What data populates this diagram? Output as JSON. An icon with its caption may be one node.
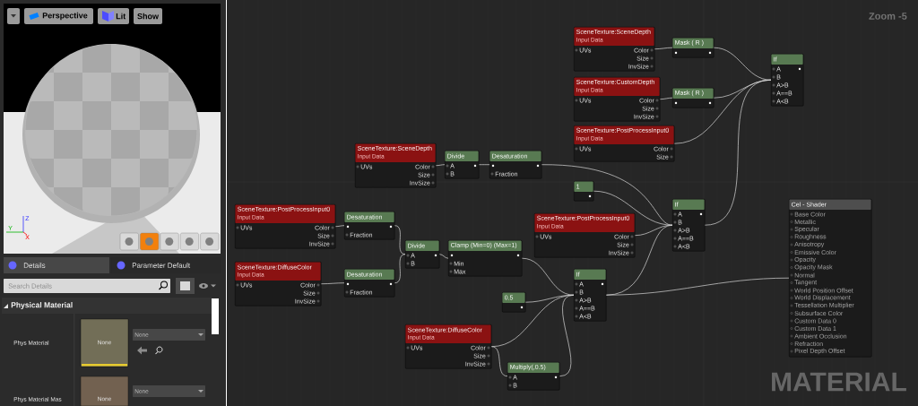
{
  "diagram": {
    "nodes": [
      {
        "text": [
          "SceneTexture:SceneDepth",
          "Input Data",
          "UVs",
          "Color",
          "Size",
          "InvSize"
        ]
      },
      {
        "text": [
          "Mask ( R )"
        ]
      },
      {
        "text": [
          "SceneTexture:CustomDepth",
          "Input Data",
          "UVs",
          "Color",
          "Size",
          "InvSize"
        ]
      },
      {
        "text": [
          "Mask ( R )"
        ]
      },
      {
        "text": [
          "SceneTexture:PostProcessInput0",
          "Input Data",
          "UVs",
          "Color",
          "Size"
        ]
      },
      {
        "text": [
          "If",
          "A",
          "B",
          "A>B",
          "A==B",
          "A<B"
        ]
      },
      {
        "text": [
          "SceneTexture:SceneDepth",
          "Input Data",
          "UVs",
          "Color",
          "Size",
          "InvSize"
        ]
      },
      {
        "text": [
          "Divide",
          "A",
          "B"
        ]
      },
      {
        "text": [
          "Desaturation",
          "Fraction"
        ]
      },
      {
        "text": [
          "1"
        ]
      },
      {
        "text": [
          "SceneTexture:PostProcessInput0",
          "Input Data",
          "UVs",
          "Color",
          "Size",
          "InvSize"
        ]
      },
      {
        "text": [
          "If",
          "A",
          "B",
          "A>B",
          "A==B",
          "A<B"
        ]
      },
      {
        "text": [
          "SceneTexture:PostProcessInput0",
          "Input Data",
          "UVs",
          "Color",
          "Size",
          "InvSize"
        ]
      },
      {
        "text": [
          "Desaturation",
          "Fraction"
        ]
      },
      {
        "text": [
          "SceneTexture:DiffuseColor",
          "Input Data",
          "UVs",
          "Color",
          "Size",
          "InvSize"
        ]
      },
      {
        "text": [
          "Desaturation",
          "Fraction"
        ]
      },
      {
        "text": [
          "Divide",
          "A",
          "B"
        ]
      },
      {
        "text": [
          "Clamp (Min=0) (Max=1)",
          "Min",
          "Max"
        ]
      },
      {
        "text": [
          "If",
          "A",
          "B",
          "A>B",
          "A==B",
          "A<B"
        ]
      },
      {
        "text": [
          "0.5"
        ]
      },
      {
        "text": [
          "SceneTexture:DiffuseColor",
          "Input Data",
          "UVs",
          "Color",
          "Size",
          "InvSize"
        ]
      },
      {
        "text": [
          "Multiply(,0.5)",
          "A",
          "B"
        ]
      },
      {
        "text": [
          "Cel - Shader",
          "Base Color",
          "Metallic",
          "Specular",
          "Roughness",
          "Anisotropy",
          "Emissive Color",
          "Opacity",
          "Opacity Mask",
          "Normal",
          "Tangent",
          "World Position Offset",
          "World Displacement",
          "Tessellation Multiplier",
          "Subsurface Color",
          "Custom Data 0",
          "Custom Data 1",
          "Ambient Occlusion",
          "Refraction",
          "Pixel Depth Offset"
        ]
      }
    ],
    "edges": [
      {
        "from": 0,
        "to": 1,
        "arrow": "none"
      },
      {
        "from": 1,
        "to": 5,
        "arrow": "none"
      },
      {
        "from": 2,
        "to": 3,
        "arrow": "none"
      },
      {
        "from": 3,
        "to": 5,
        "arrow": "none"
      },
      {
        "from": 4,
        "to": 5,
        "arrow": "none"
      },
      {
        "from": 11,
        "to": 5,
        "arrow": "none"
      },
      {
        "from": 6,
        "to": 7,
        "arrow": "none"
      },
      {
        "from": 7,
        "to": 8,
        "arrow": "none"
      },
      {
        "from": 8,
        "to": 11,
        "arrow": "none"
      },
      {
        "from": 9,
        "to": 11,
        "arrow": "none"
      },
      {
        "from": 10,
        "to": 11,
        "arrow": "none"
      },
      {
        "from": 12,
        "to": 13,
        "arrow": "none"
      },
      {
        "from": 14,
        "to": 15,
        "arrow": "none"
      },
      {
        "from": 13,
        "to": 16,
        "arrow": "none"
      },
      {
        "from": 15,
        "to": 16,
        "arrow": "none"
      },
      {
        "from": 16,
        "to": 17,
        "arrow": "none"
      },
      {
        "from": 17,
        "to": 18,
        "arrow": "none"
      },
      {
        "from": 19,
        "to": 18,
        "arrow": "none"
      },
      {
        "from": 20,
        "to": 18,
        "arrow": "none"
      },
      {
        "from": 20,
        "to": 21,
        "arrow": "none"
      },
      {
        "from": 21,
        "to": 18,
        "arrow": "none"
      },
      {
        "from": 18,
        "to": 11,
        "arrow": "none"
      },
      {
        "from": 18,
        "to": 22,
        "arrow": "none"
      }
    ],
    "labels": [
      "Perspective",
      "Lit",
      "Show",
      "Z",
      "Y",
      "X",
      "Details",
      "Parameter Default",
      "Search Details",
      "Physical Material",
      "Phys Material",
      "None",
      "None",
      "Phys Material Mas",
      "None",
      "None",
      "Zoom -5",
      "MATERIAL"
    ]
  }
}
